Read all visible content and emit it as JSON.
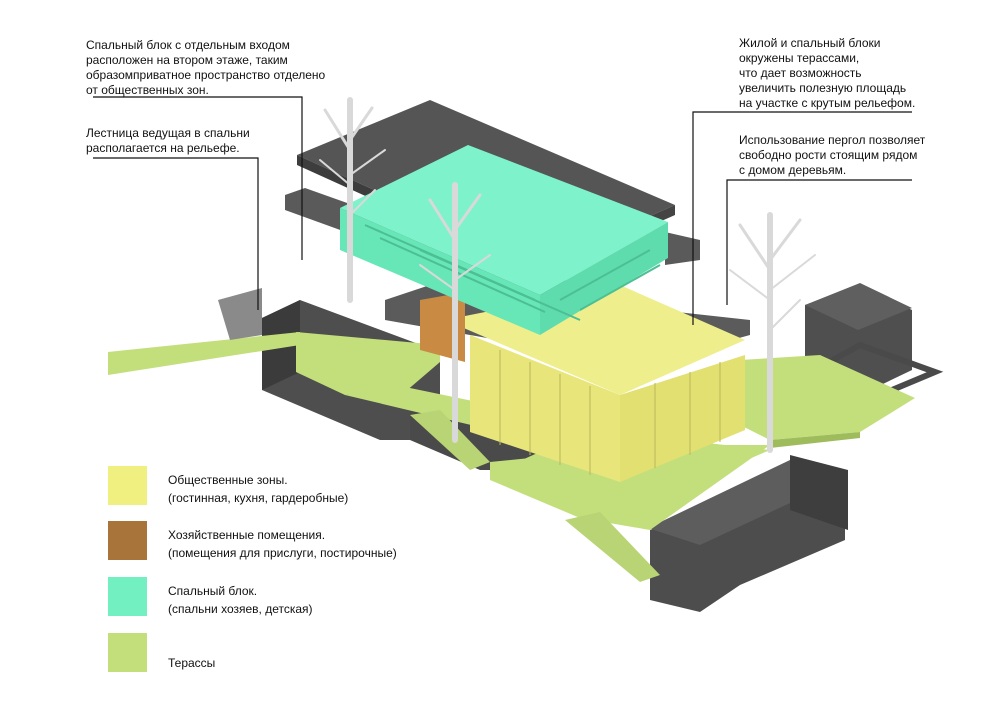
{
  "notes": {
    "bedroom_entrance": "Спальный блок с отдельным входом\nрасположен на втором этаже, таким\nобразомприватное пространство отделено\nот общественных зон.",
    "stairs": "Лестница ведущая в спальни\nрасполагается на рельефе.",
    "terraces": "Жилой и спальный блоки\nокружены терассами,\nчто дает возможность\nувеличить полезную площадь\nна участке с крутым рельефом.",
    "pergolas": "Использование пергол позволяет\nсвободно рости стоящим рядом\nс домом деревьям."
  },
  "legend": [
    {
      "line1": "Общественные зоны.",
      "line2": "(гостинная, кухня, гардеробные)",
      "color": "#eff07f"
    },
    {
      "line1": "Хозяйственные помещения.",
      "line2": "(помещения для прислуги, постирочные)",
      "color": "#a8743a"
    },
    {
      "line1": "Спальный блок.",
      "line2": "(спальни хозяев, детская)",
      "color": "#72f0c2"
    },
    {
      "line1": "Терассы",
      "line2": "",
      "color": "#c3df7c"
    }
  ],
  "colors": {
    "structure": "#525252",
    "structure_dark": "#3a3a3a",
    "public": "#eaea78",
    "bedroom": "#6ff0c4",
    "utility": "#c98a43",
    "terrace": "#c3df7c",
    "tree": "#e0e0e0"
  }
}
